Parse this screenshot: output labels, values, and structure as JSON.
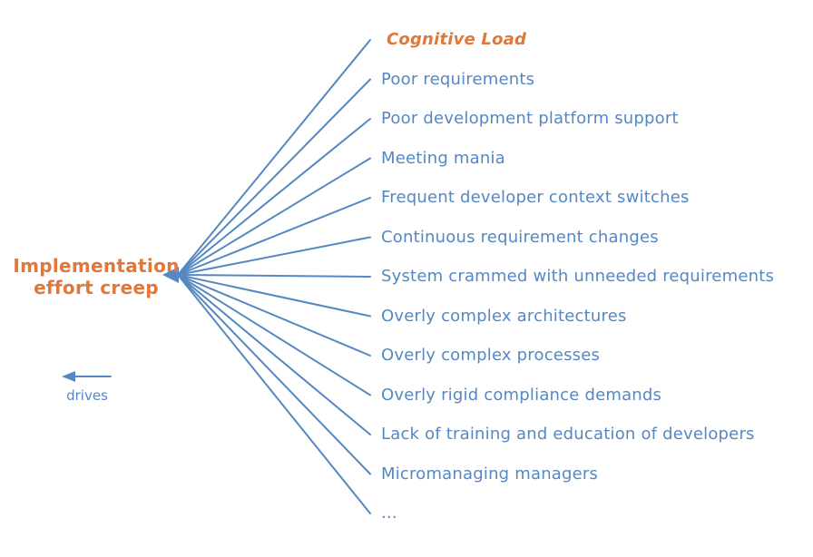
{
  "diagram": {
    "title": {
      "line1": "Implementation",
      "line2": "effort creep"
    },
    "relation_label": "drives",
    "causes": [
      {
        "label": "Cognitive Load",
        "highlighted": true
      },
      {
        "label": "Poor requirements",
        "highlighted": false
      },
      {
        "label": "Poor development platform support",
        "highlighted": false
      },
      {
        "label": "Meeting mania",
        "highlighted": false
      },
      {
        "label": "Frequent developer context switches",
        "highlighted": false
      },
      {
        "label": "Continuous requirement changes",
        "highlighted": false
      },
      {
        "label": "System crammed with unneeded requirements",
        "highlighted": false
      },
      {
        "label": "Overly complex architectures",
        "highlighted": false
      },
      {
        "label": "Overly complex processes",
        "highlighted": false
      },
      {
        "label": "Overly rigid compliance demands",
        "highlighted": false
      },
      {
        "label": "Lack of training and education of developers",
        "highlighted": false
      },
      {
        "label": "Micromanaging managers",
        "highlighted": false
      },
      {
        "label": "...",
        "highlighted": false
      }
    ],
    "icons": {
      "convergence_arrowhead": "left-arrowhead",
      "drives_arrow": "left-arrow"
    }
  },
  "colors": {
    "blue": "#5588C2",
    "orange": "#E0773B",
    "background": "#FFFFFF"
  }
}
